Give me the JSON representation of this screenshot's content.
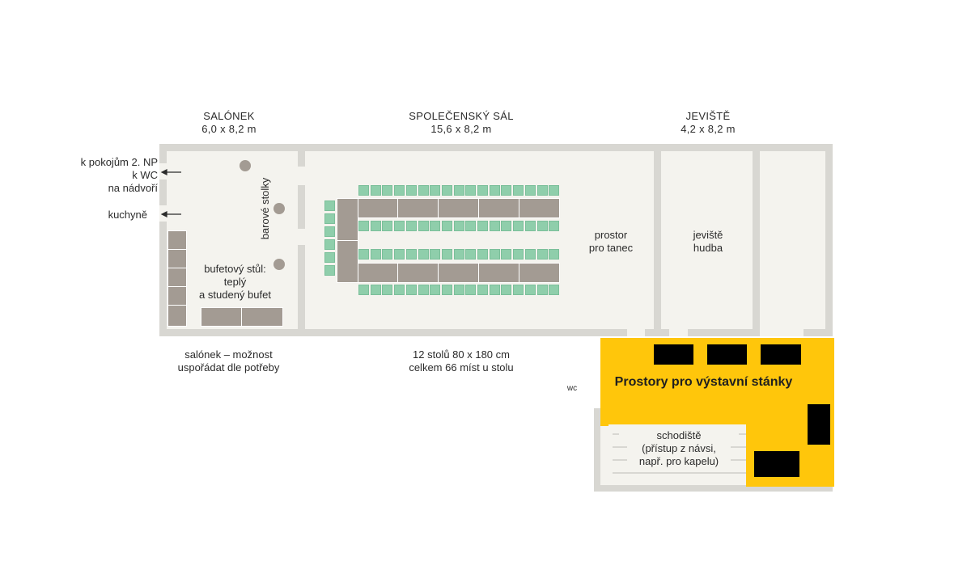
{
  "rooms": {
    "salonek": {
      "title": "SALÓNEK",
      "size": "6,0 x 8,2 m",
      "note_line1": "salónek – možnost",
      "note_line2": "uspořádat dle potřeby"
    },
    "sal": {
      "title": "SPOLEČENSKÝ SÁL",
      "size": "15,6 x 8,2 m",
      "note_line1": "12 stolů 80 x 180 cm",
      "note_line2": "celkem 66 míst u stolu"
    },
    "jeviste": {
      "title": "JEVIŠTĚ",
      "size": "4,2 x 8,2 m"
    }
  },
  "directions": {
    "upstairs_line1": "k pokojům 2. NP",
    "upstairs_line2": "k WC",
    "upstairs_line3": "na nádvoří",
    "kitchen": "kuchyně"
  },
  "areas": {
    "bar_stools": "barové stolky",
    "buffet_line1": "bufetový stůl:",
    "buffet_line2": "teplý",
    "buffet_line3": "a studený bufet",
    "dance_line1": "prostor",
    "dance_line2": "pro tanec",
    "stage_line1": "jeviště",
    "stage_line2": "hudba",
    "wc": "wc",
    "exhibition": "Prostory pro výstavní stánky",
    "stairs_line1": "schodiště",
    "stairs_line2": "(přístup z návsi,",
    "stairs_line3": "např. pro kapelu)"
  },
  "colors": {
    "wall": "#d8d7d2",
    "floor": "#f4f3ee",
    "table": "#a39b93",
    "seat": "#8fceab",
    "highlight": "#ffc60b"
  }
}
